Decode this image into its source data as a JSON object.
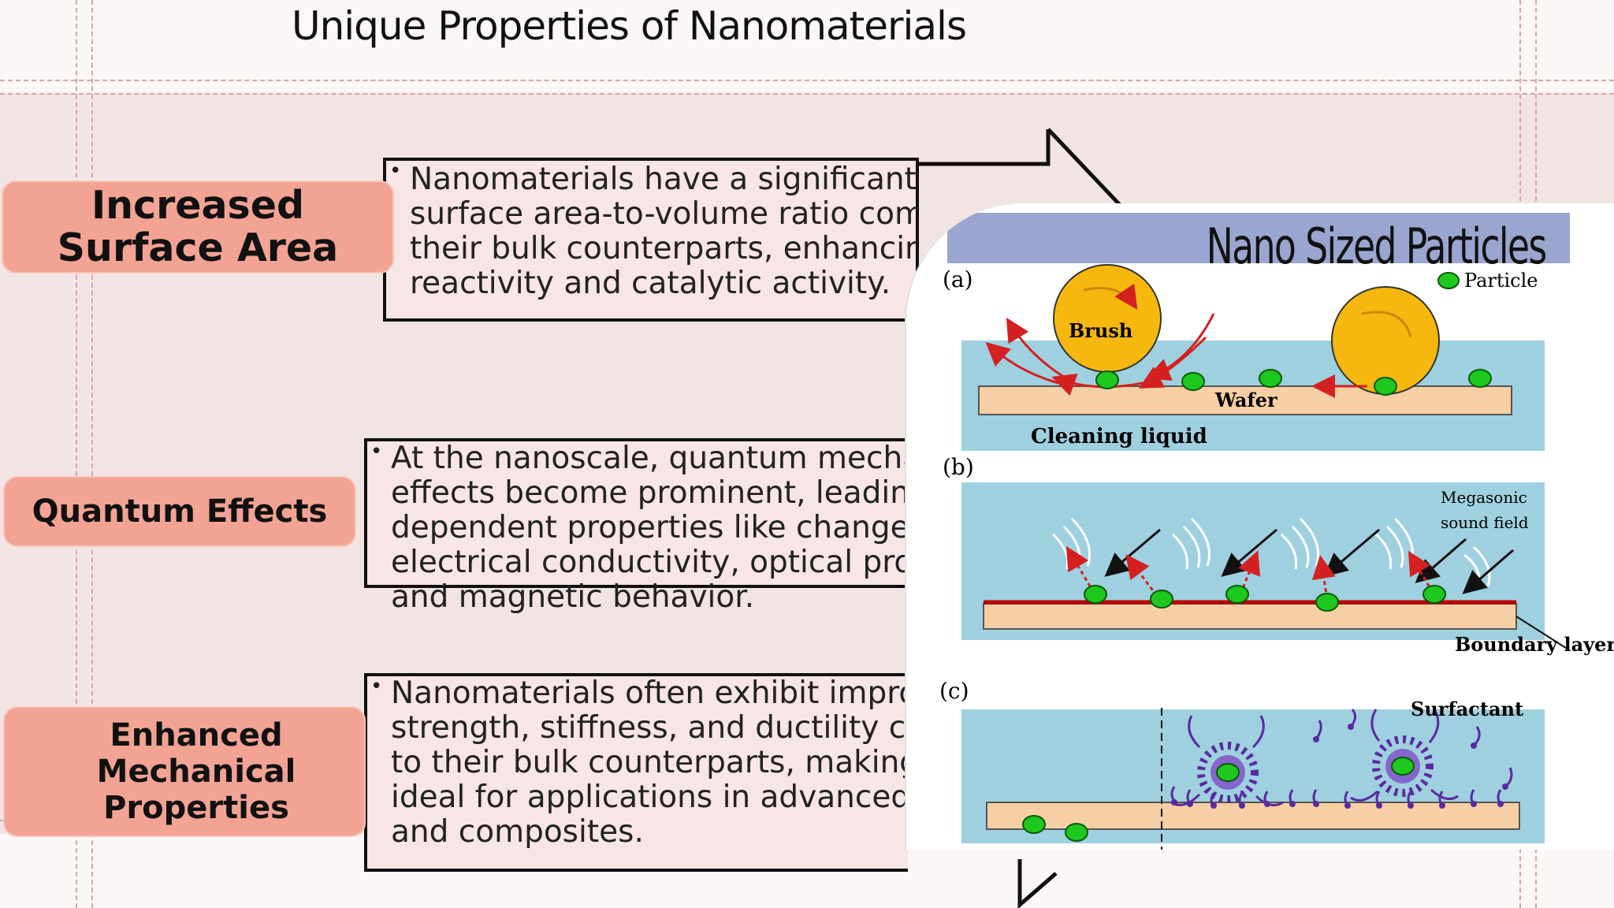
{
  "title": "Unique Properties of Nanomaterials",
  "items": [
    {
      "label": "Increased Surface Area",
      "description": "Nanomaterials have a significantly higher surface area-to-volume ratio compared to their bulk counterparts, enhancing reactivity and catalytic activity."
    },
    {
      "label": "Quantum Effects",
      "description": "At the nanoscale, quantum mechanical effects become prominent, leading to size-dependent properties like changes in electrical conductivity, optical properties, and magnetic behavior."
    },
    {
      "label": "Enhanced Mechanical Properties",
      "description": "Nanomaterials often exhibit improved strength, stiffness, and ductility compared to their bulk counterparts, making them ideal for applications in advanced materials and composites."
    }
  ],
  "bullet": "•",
  "figure": {
    "title": "Nano Sized Particles",
    "panel_a": {
      "tag": "(a)",
      "legend": "Particle",
      "brush": "Brush",
      "wafer": "Wafer",
      "liquid": "Cleaning liquid"
    },
    "panel_b": {
      "tag": "(b)",
      "field_line1": "Megasonic",
      "field_line2": "sound field",
      "boundary": "Boundary layer"
    },
    "panel_c": {
      "tag": "(c)",
      "surfactant": "Surfactant"
    }
  },
  "colors": {
    "label_fill": "#f2a394",
    "desc_fill": "#f8e5e5",
    "figure_water": "#9fd0df",
    "wafer": "#f7cfa4",
    "particle": "#1ec81e",
    "brush": "#f6b80e",
    "header": "#9aa6d0"
  }
}
